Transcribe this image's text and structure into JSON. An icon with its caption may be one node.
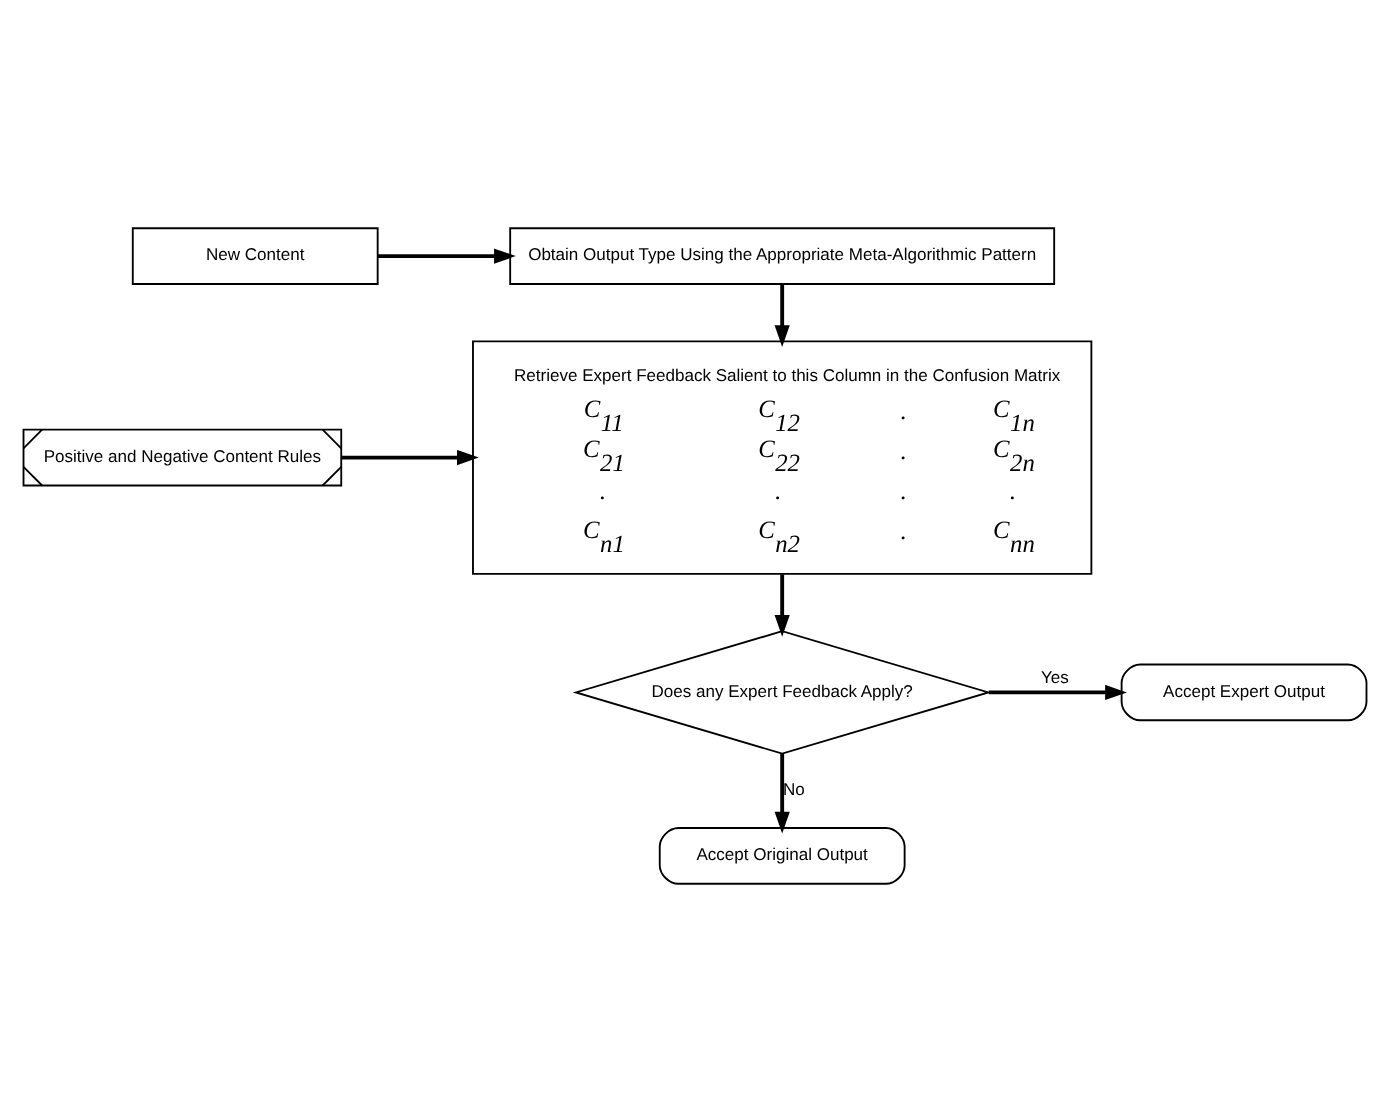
{
  "diagram": {
    "nodes": [
      {
        "text": [
          "New Content"
        ]
      },
      {
        "text": [
          "Obtain Output Type Using the Appropriate Meta-Algorithmic Pattern"
        ]
      },
      {
        "text": [
          "Positive and Negative Content Rules"
        ]
      },
      {
        "text": [
          "Retrieve Expert Feedback Salient to this Column in the Confusion Matrix",
          "*C*$_{11}$ *C*$_{12}$ . *C*$_{1n}$",
          "*C*$_{21}$ *C*$_{22}$ . *C*$_{2n}$",
          ". . . .",
          "*C*$_{n1}$ *C*$_{n2}$ . *C*$_{nn}$"
        ]
      },
      {
        "text": [
          "Does any Expert Feedback Apply?"
        ]
      },
      {
        "text": [
          "Accept Expert Output"
        ]
      },
      {
        "text": [
          "Accept Original Output"
        ]
      }
    ],
    "edges": [
      {
        "from": 0,
        "to": 1,
        "arrow": "to"
      },
      {
        "from": 1,
        "to": 3,
        "arrow": "to"
      },
      {
        "from": 2,
        "to": 3,
        "arrow": "to"
      },
      {
        "from": 3,
        "to": 4,
        "arrow": "to"
      },
      {
        "from": 4,
        "to": 5,
        "arrow": "to",
        "label": "Yes"
      },
      {
        "from": 4,
        "to": 6,
        "arrow": "to",
        "label": "No"
      }
    ]
  }
}
